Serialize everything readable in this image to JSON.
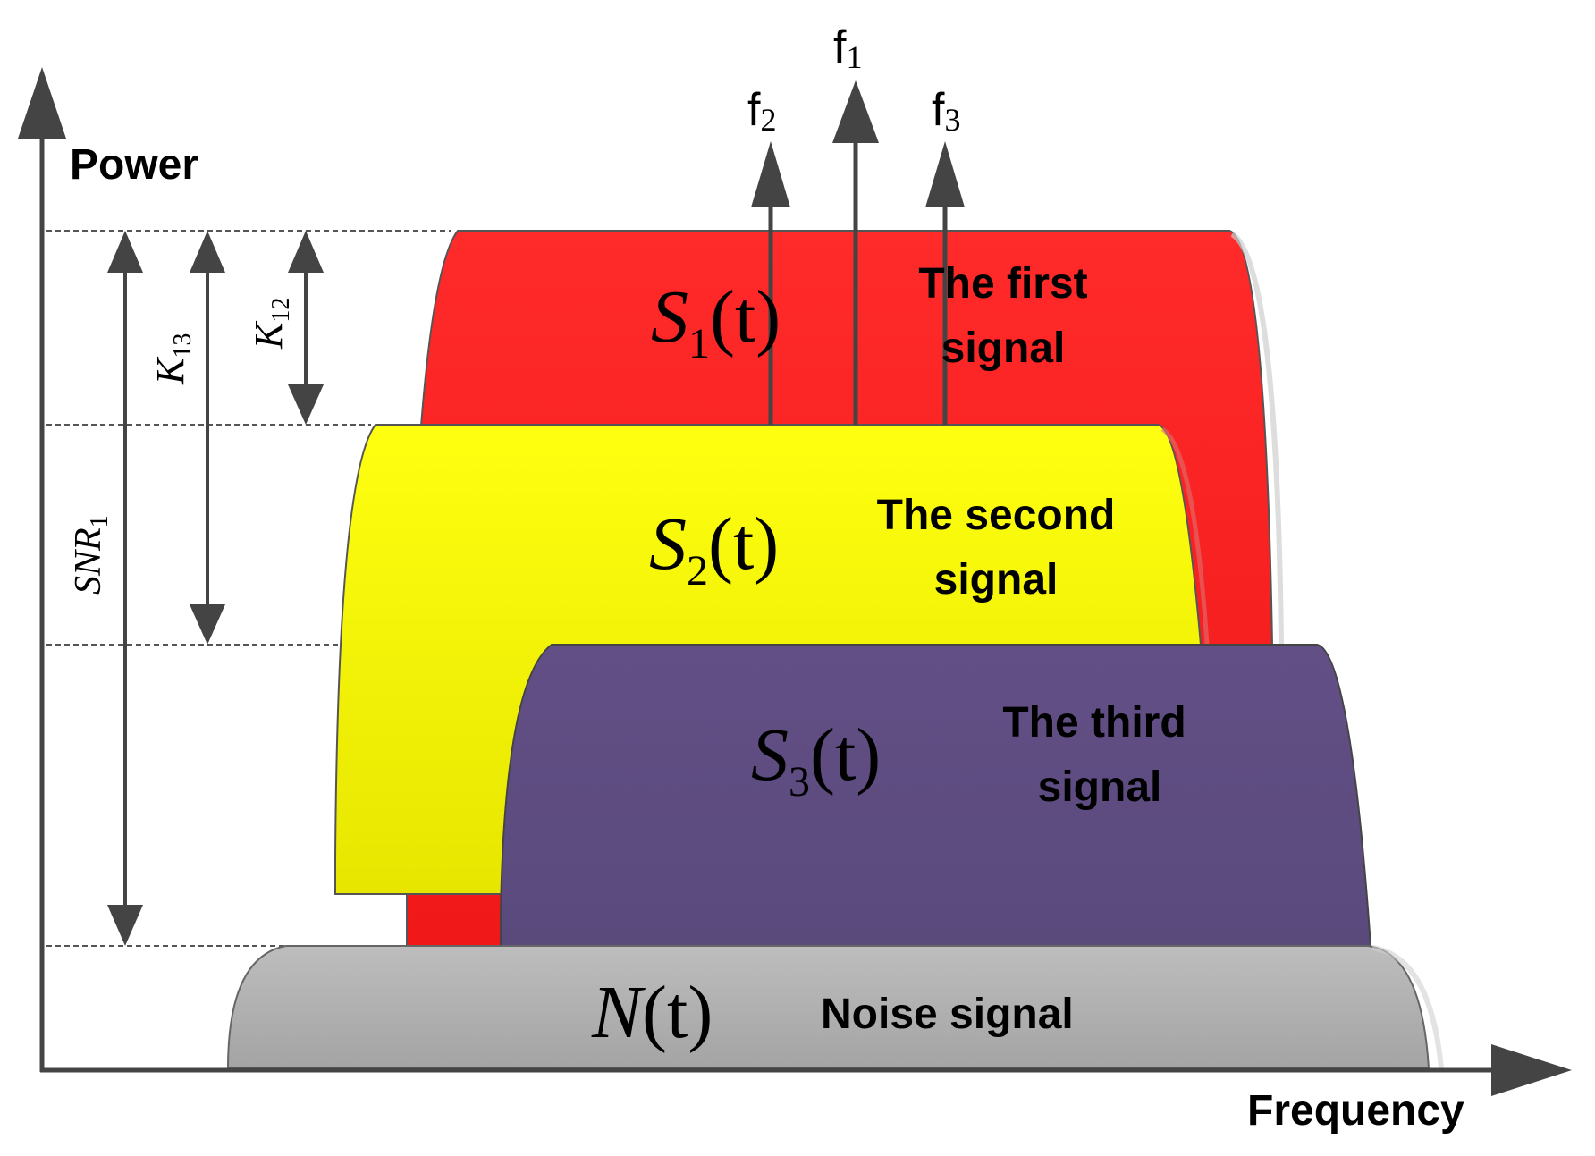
{
  "axes": {
    "y_label": "Power",
    "x_label": "Frequency"
  },
  "tones": [
    {
      "name": "f",
      "sub": "2"
    },
    {
      "name": "f",
      "sub": "1"
    },
    {
      "name": "f",
      "sub": "3"
    }
  ],
  "signals": [
    {
      "sym": "S",
      "sub": "1",
      "arg": "(t)",
      "label_line1": "The first",
      "label_line2": "signal",
      "color": "#ff2222"
    },
    {
      "sym": "S",
      "sub": "2",
      "arg": "(t)",
      "label_line1": "The second",
      "label_line2": "signal",
      "color": "#f5f500"
    },
    {
      "sym": "S",
      "sub": "3",
      "arg": "(t)",
      "label_line1": "The third",
      "label_line2": "signal",
      "color": "#5f4f82"
    },
    {
      "sym": "N",
      "sub": "",
      "arg": "(t)",
      "label_line1": "Noise signal",
      "label_line2": "",
      "color": "#aaaaaa"
    }
  ],
  "measures": [
    {
      "sym": "SNR",
      "sub": "1"
    },
    {
      "sym": "K",
      "sub": "13"
    },
    {
      "sym": "K",
      "sub": "12"
    }
  ]
}
